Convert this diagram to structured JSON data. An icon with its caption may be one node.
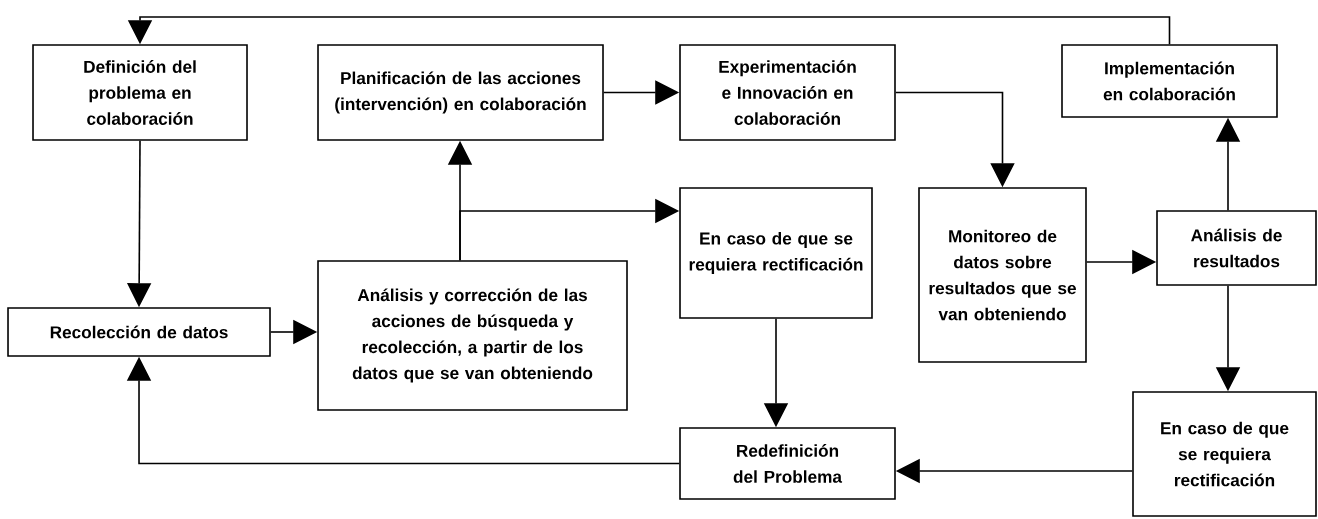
{
  "diagram": {
    "nodes": [
      {
        "text": [
          "Definición del problema en colaboración"
        ]
      },
      {
        "text": [
          "Planificación de las acciones (intervención) en colaboración"
        ]
      },
      {
        "text": [
          "Experimentación e Innovación en colaboración"
        ]
      },
      {
        "text": [
          "Implementación en colaboración"
        ]
      },
      {
        "text": [
          "En caso de que se requiera rectificación"
        ]
      },
      {
        "text": [
          "Monitoreo de datos sobre resultados que se van obteniendo"
        ]
      },
      {
        "text": [
          "Análisis de resultados"
        ]
      },
      {
        "text": [
          "Recolección de datos"
        ]
      },
      {
        "text": [
          "Análisis y corrección de las acciones de búsqueda y recolección, a partir de los datos que se van obteniendo"
        ]
      },
      {
        "text": [
          "Redefinición del Problema"
        ]
      },
      {
        "text": [
          "En caso de que se requiera rectificación"
        ]
      }
    ],
    "edges": [
      {
        "from": 3,
        "to": 0,
        "arrow": "to"
      },
      {
        "from": 1,
        "to": 2,
        "arrow": "to"
      },
      {
        "from": 2,
        "to": 5,
        "arrow": "to"
      },
      {
        "from": 8,
        "to": 1,
        "arrow": "to"
      },
      {
        "from": 8,
        "to": 4,
        "arrow": "to"
      },
      {
        "from": 0,
        "to": 7,
        "arrow": "to"
      },
      {
        "from": 7,
        "to": 8,
        "arrow": "to"
      },
      {
        "from": 9,
        "to": 7,
        "arrow": "to"
      },
      {
        "from": 4,
        "to": 9,
        "arrow": "to"
      },
      {
        "from": 5,
        "to": 6,
        "arrow": "to"
      },
      {
        "from": 6,
        "to": 3,
        "arrow": "to"
      },
      {
        "from": 6,
        "to": 10,
        "arrow": "to"
      },
      {
        "from": 10,
        "to": 9,
        "arrow": "to"
      }
    ]
  }
}
